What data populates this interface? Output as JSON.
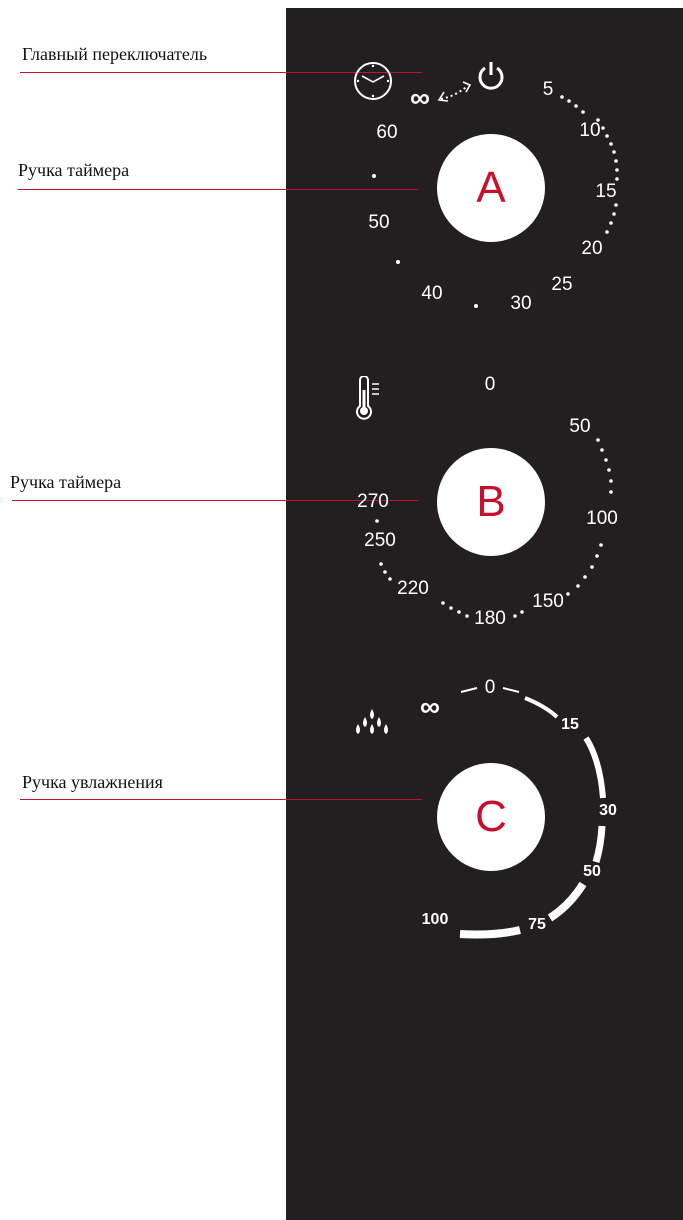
{
  "callouts": {
    "main_switch": "Главный переключатель",
    "timer_knob": "Ручка таймера",
    "temp_knob": "Ручка таймера",
    "humidity_knob": "Ручка увлажнения"
  },
  "knob_a": {
    "letter": "A",
    "infinity": "∞",
    "labels": [
      "5",
      "10",
      "15",
      "20",
      "25",
      "30",
      "40",
      "50",
      "60"
    ]
  },
  "knob_b": {
    "letter": "B",
    "labels": [
      "0",
      "50",
      "100",
      "150",
      "180",
      "220",
      "250",
      "270"
    ]
  },
  "knob_c": {
    "letter": "C",
    "infinity": "∞",
    "labels": [
      "0",
      "15",
      "30",
      "50",
      "75",
      "100"
    ]
  },
  "icons": [
    "clock-icon",
    "power-icon",
    "thermometer-icon",
    "water-drops-icon"
  ],
  "colors": {
    "panel": "#231f20",
    "leader": "#c8102e",
    "knob_letter": "#c8102e"
  }
}
